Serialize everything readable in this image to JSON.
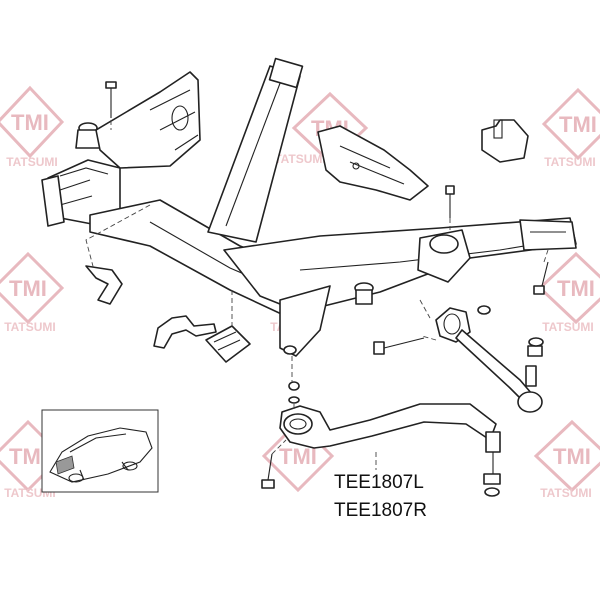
{
  "watermark": {
    "logo_text": "TMI",
    "brand_text": "TATSUMI",
    "color": "#e8b9bf"
  },
  "labels": {
    "part_left": "TEE1807L",
    "part_right": "TEE1807R"
  }
}
